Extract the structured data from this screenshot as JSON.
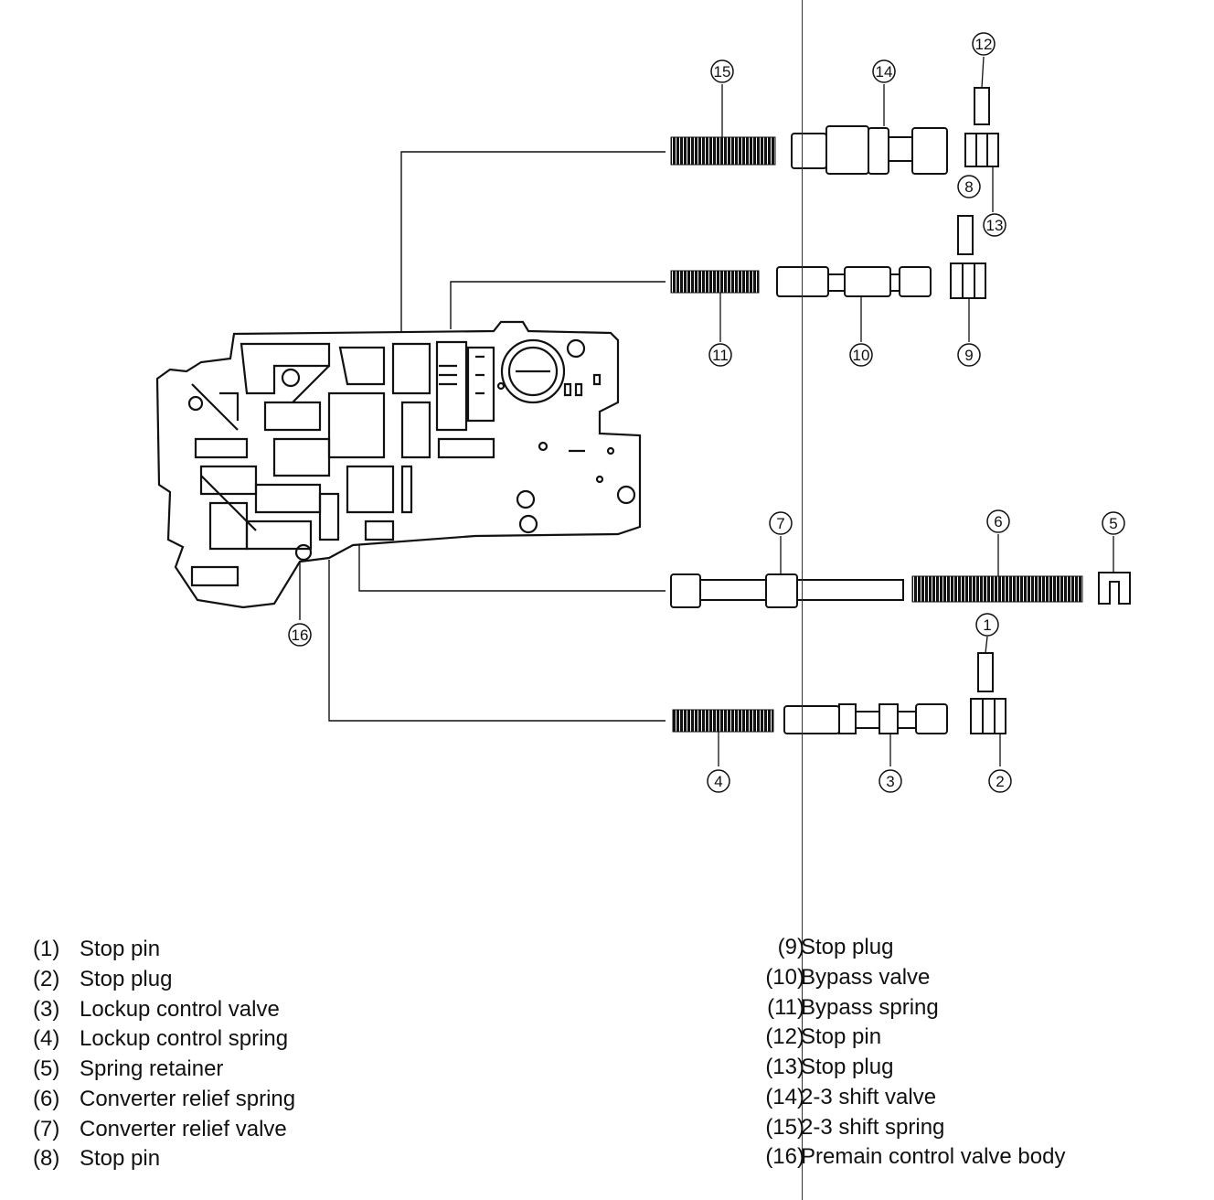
{
  "callouts": {
    "c1": "1",
    "c2": "2",
    "c3": "3",
    "c4": "4",
    "c5": "5",
    "c6": "6",
    "c7": "7",
    "c8": "8",
    "c9": "9",
    "c10": "10",
    "c11": "11",
    "c12": "12",
    "c13": "13",
    "c14": "14",
    "c15": "15",
    "c16": "16"
  },
  "legend_left": [
    {
      "num": "(1)",
      "label": "Stop pin"
    },
    {
      "num": "(2)",
      "label": "Stop plug"
    },
    {
      "num": "(3)",
      "label": "Lockup control valve"
    },
    {
      "num": "(4)",
      "label": "Lockup control spring"
    },
    {
      "num": "(5)",
      "label": "Spring retainer"
    },
    {
      "num": "(6)",
      "label": "Converter relief spring"
    },
    {
      "num": "(7)",
      "label": "Converter relief valve"
    },
    {
      "num": "(8)",
      "label": "Stop pin"
    }
  ],
  "legend_right": [
    {
      "num": "(9)",
      "label": "Stop plug"
    },
    {
      "num": "(10)",
      "label": "Bypass valve"
    },
    {
      "num": "(11)",
      "label": "Bypass spring"
    },
    {
      "num": "(12)",
      "label": "Stop pin"
    },
    {
      "num": "(13)",
      "label": "Stop plug"
    },
    {
      "num": "(14)",
      "label": "2-3 shift valve"
    },
    {
      "num": "(15)",
      "label": "2-3 shift spring"
    },
    {
      "num": "(16)",
      "label": "Premain control valve body"
    }
  ]
}
